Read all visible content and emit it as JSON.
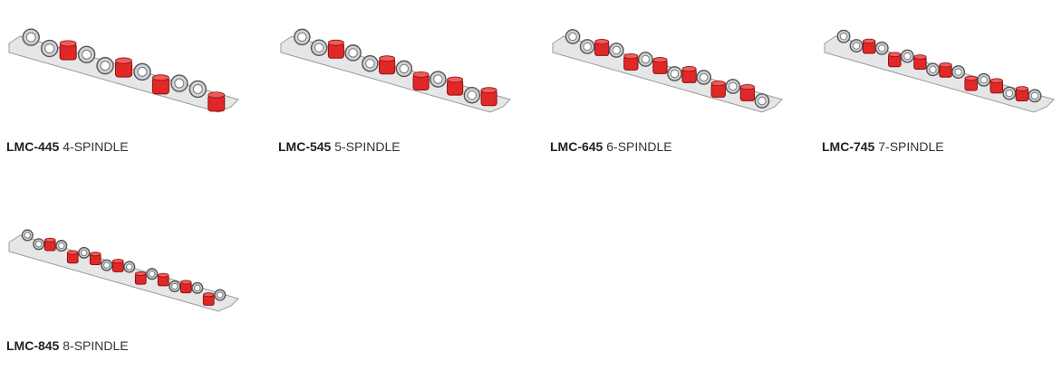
{
  "products": [
    {
      "model": "LMC-445",
      "label": "4-SPINDLE",
      "red": [
        2,
        5,
        7,
        10
      ],
      "grey": 7
    },
    {
      "model": "LMC-545",
      "label": "5-SPINDLE",
      "red": [
        2,
        5,
        7,
        9,
        11
      ],
      "grey": 7
    },
    {
      "model": "LMC-645",
      "label": "6-SPINDLE",
      "red": [
        2,
        4,
        6,
        8,
        10,
        12
      ],
      "grey": 8
    },
    {
      "model": "LMC-745",
      "label": "7-SPINDLE",
      "red": [
        2,
        4,
        6,
        8,
        10,
        12,
        14
      ],
      "grey": 9
    },
    {
      "model": "LMC-845",
      "label": "8-SPINDLE",
      "red": [
        2,
        4,
        6,
        8,
        10,
        12,
        14,
        16
      ],
      "grey": 10
    }
  ],
  "colors": {
    "red": "#e02828",
    "grey": "#cfd2d6",
    "outline": "#555555",
    "rail": "#e6e6e6"
  }
}
